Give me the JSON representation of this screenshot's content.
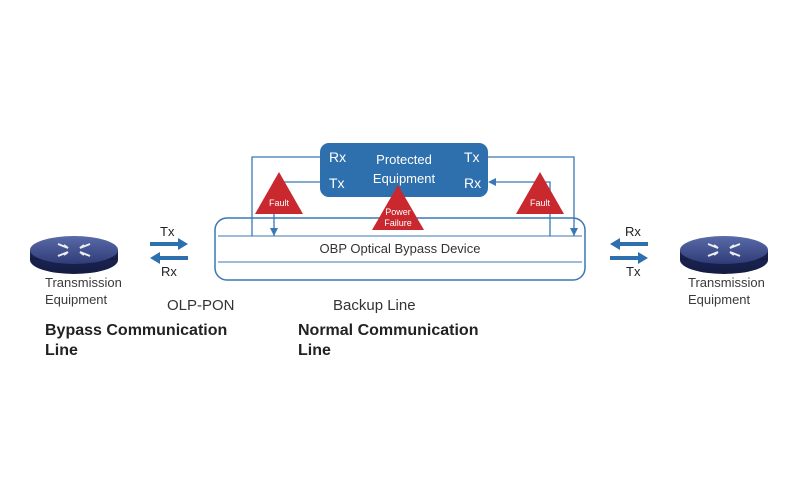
{
  "left_device": {
    "label_line1": "Transmission",
    "label_line2": "Equipment"
  },
  "right_device": {
    "label_line1": "Transmission",
    "label_line2": "Equipment"
  },
  "left_arrows": {
    "top": "Tx",
    "bottom": "Rx"
  },
  "right_arrows": {
    "top": "Rx",
    "bottom": "Tx"
  },
  "protected": {
    "title_line1": "Protected",
    "title_line2": "Equipment",
    "left_top": "Rx",
    "left_bottom": "Tx",
    "right_top": "Tx",
    "right_bottom": "Rx"
  },
  "obp": {
    "label": "OBP Optical Bypass Device"
  },
  "faults": {
    "left": "Fault",
    "right": "Fault",
    "center_line1": "Power",
    "center_line2": "Failure"
  },
  "captions": {
    "olp": "OLP-PON",
    "backup": "Backup Line",
    "bypass_line1": "Bypass Communication",
    "bypass_line2": "Line",
    "normal_line1": "Normal Communication",
    "normal_line2": "Line"
  },
  "colors": {
    "accent": "#2e6fae",
    "fault": "#c8282e",
    "box_border": "#3a78b5"
  }
}
